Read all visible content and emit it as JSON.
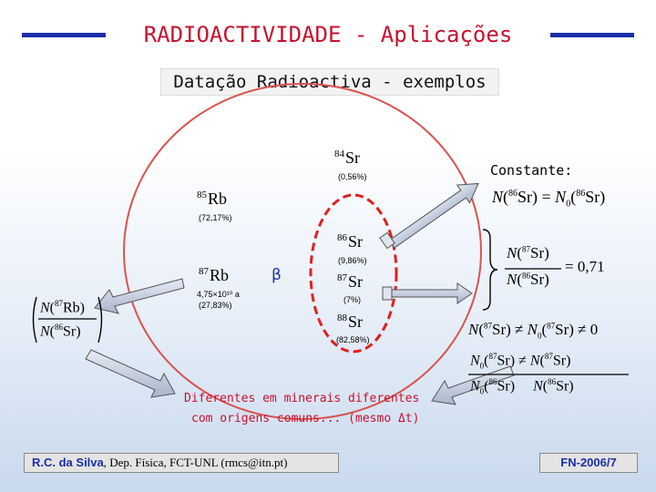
{
  "title": "RADIOACTIVIDADE - Aplicações",
  "subtitle": "Datação Radioactiva - exemplos",
  "isotopes": {
    "sr84": {
      "mass": "84",
      "symbol": "Sr",
      "abundance": "(0,56%)"
    },
    "rb85": {
      "mass": "85",
      "symbol": "Rb",
      "abundance": "(72,17%)"
    },
    "sr86": {
      "mass": "86",
      "symbol": "Sr",
      "abundance": "(9,86%)"
    },
    "rb87": {
      "mass": "87",
      "symbol": "Rb",
      "halflife": "4,75×10¹⁰ a",
      "abundance": "(27,83%)"
    },
    "sr87": {
      "mass": "87",
      "symbol": "Sr",
      "abundance": "(7%)"
    },
    "sr88": {
      "mass": "88",
      "symbol": "Sr",
      "abundance": "(82,58%)"
    }
  },
  "decay_label": "β",
  "constante_label": "Constante:",
  "ratio_value": "= 0,71",
  "note_line1": "Diferentes em minerais diferentes",
  "note_line2": "com origens comuns... (mesmo Δt)",
  "footer": {
    "author": "R.C. da Silva",
    "affiliation": ", Dep. Física, FCT-UNL (rmcs@itn.pt)",
    "code": "FN-2006/7"
  },
  "colors": {
    "title_red": "#c8102e",
    "title_blue": "#1a2fa8",
    "circle_red": "#d9534f",
    "arrow_fill": "#c7cfe0"
  }
}
